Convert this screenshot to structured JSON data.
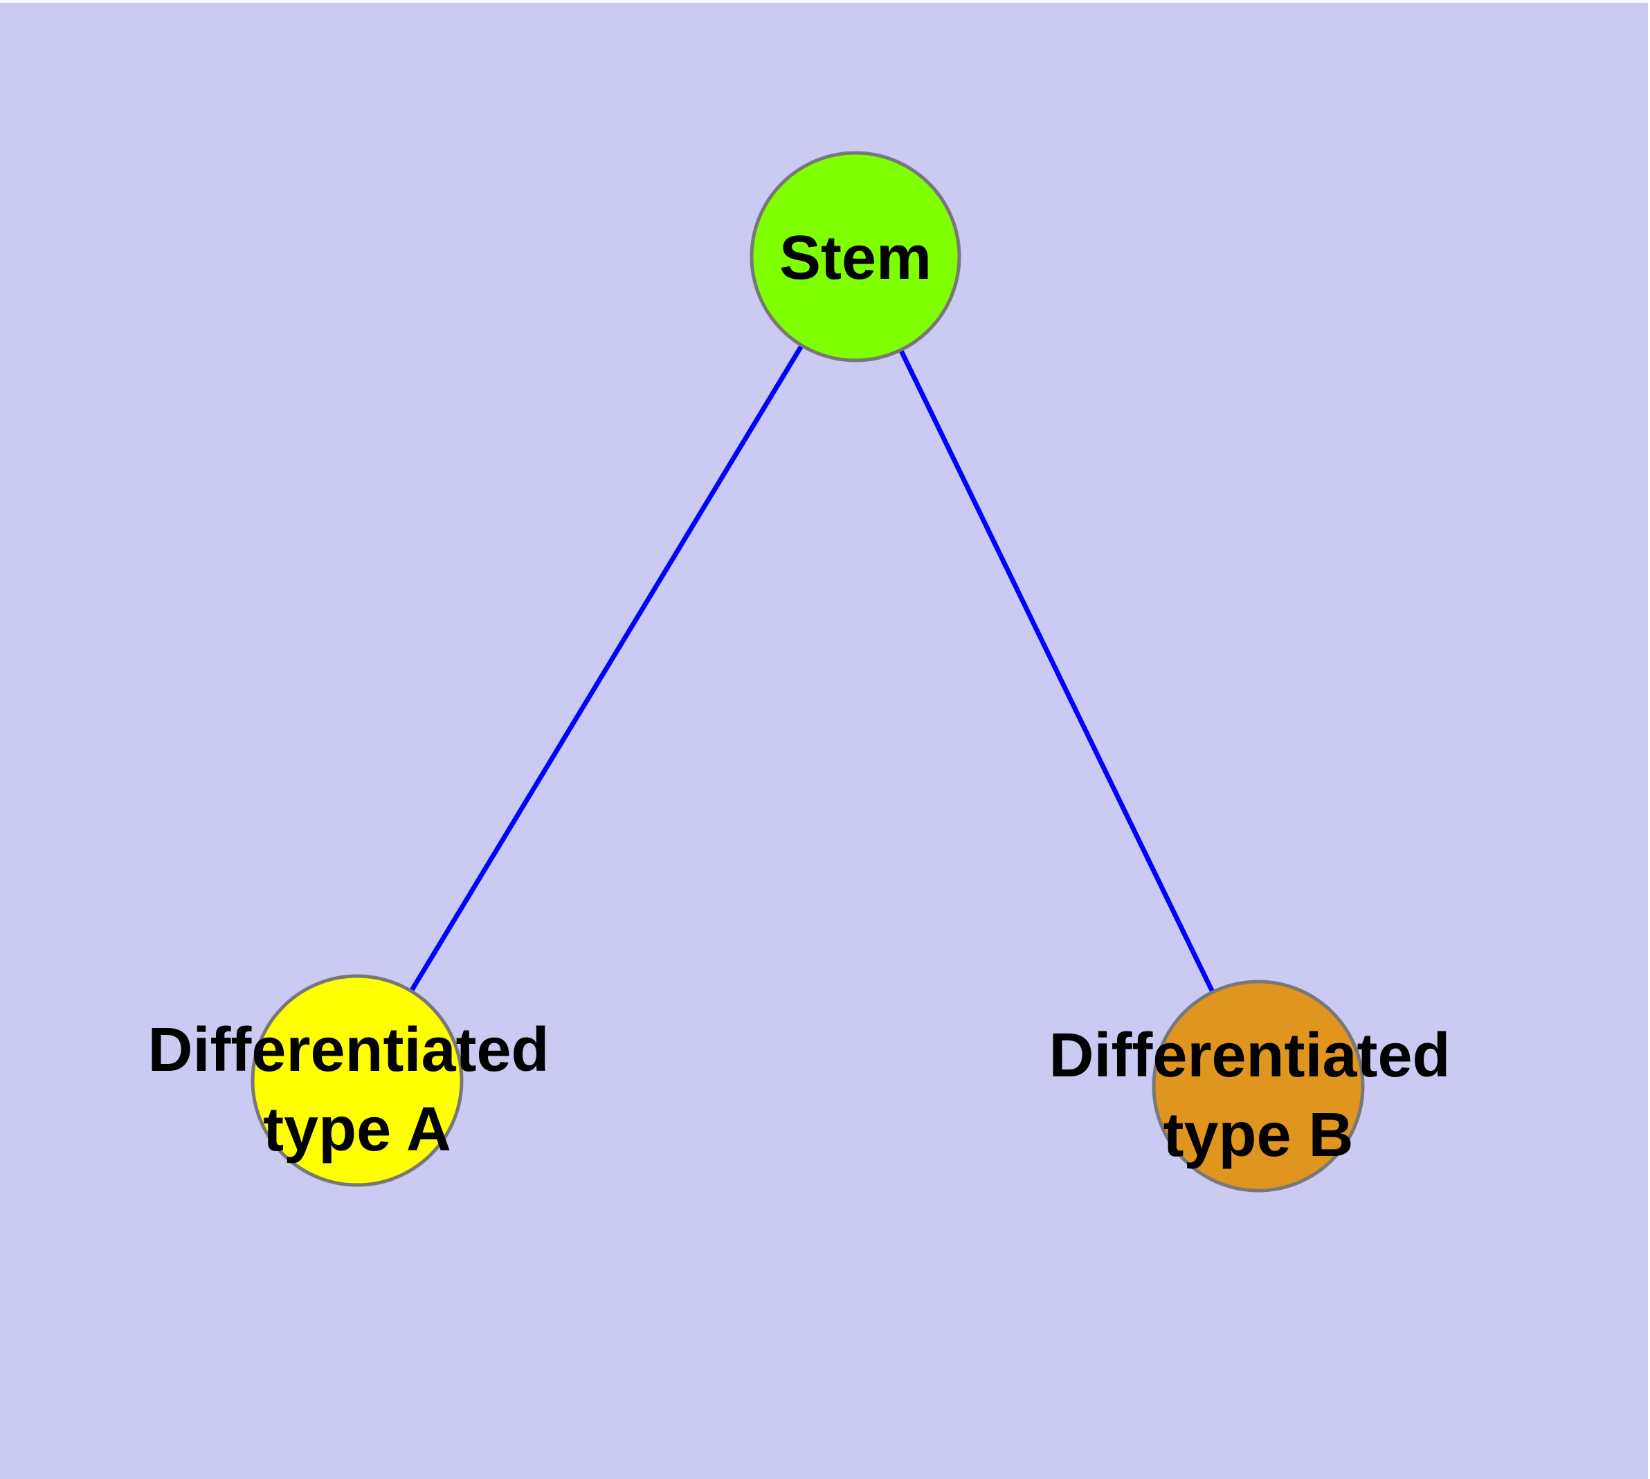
{
  "canvas": {
    "page_color": "#ffffff",
    "background_color": "#cacaf3"
  },
  "diagram": {
    "type": "node-link-graph",
    "description": "Stem cell differentiation diagram: Stem node connected to two differentiated cell type nodes",
    "nodes": {
      "stem": {
        "label": "Stem",
        "fill": "#7fff00",
        "border": "#787878",
        "text_color": "#000000"
      },
      "type_a": {
        "label": "Differentiated type A",
        "label_lines": [
          "Differentiated",
          "type A"
        ],
        "fill": "#ffff00",
        "border": "#787878",
        "text_color": "#000000"
      },
      "type_b": {
        "label": "Differentiated type B",
        "label_lines": [
          "Differentiated",
          "type B"
        ],
        "fill": "#e0951e",
        "border": "#787878",
        "text_color": "#000000"
      }
    },
    "edges": [
      {
        "from": "Stem",
        "to": "Differentiated type A",
        "color": "#0000ff"
      },
      {
        "from": "Stem",
        "to": "Differentiated type B",
        "color": "#0000ff"
      }
    ]
  }
}
